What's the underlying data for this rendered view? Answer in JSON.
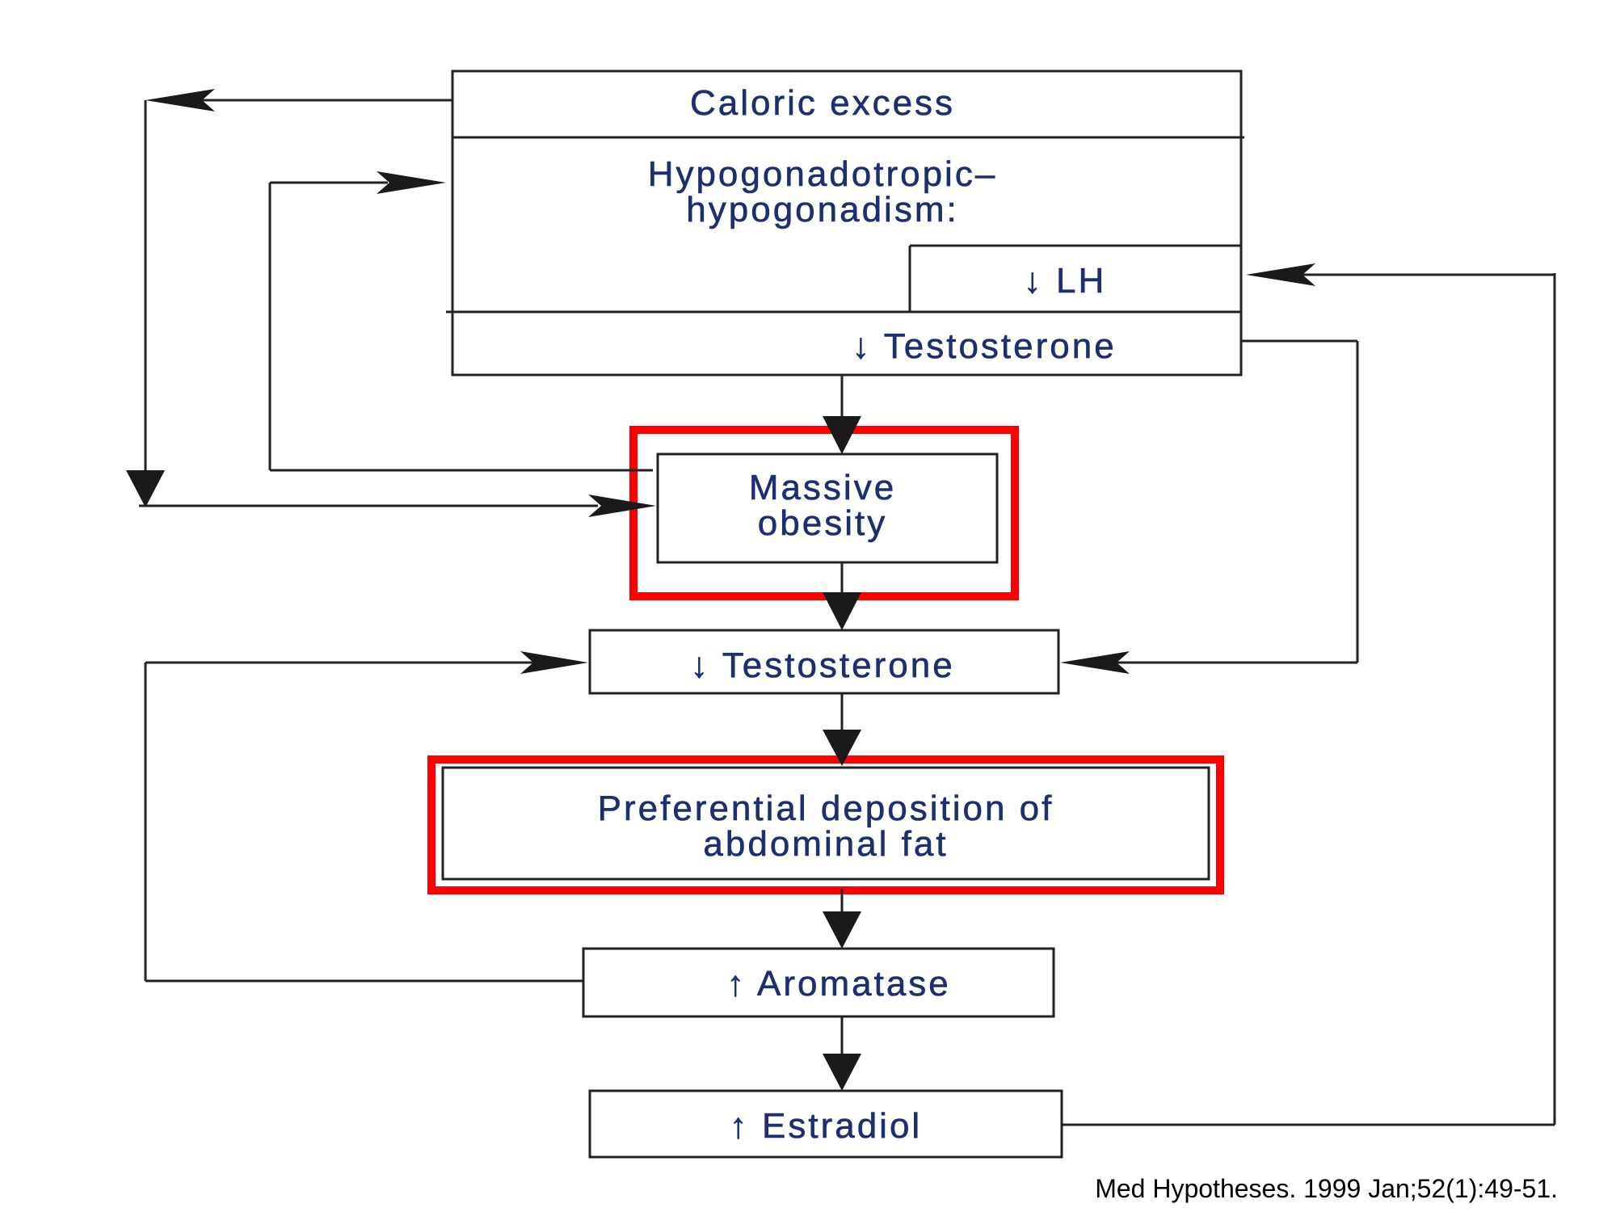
{
  "nodes": {
    "caloric_excess": "Caloric excess",
    "hypogonadism_line1": "Hypogonadotropic–",
    "hypogonadism_line2": "hypogonadism:",
    "lh": "↓ LH",
    "testosterone_top": "↓ Testosterone",
    "massive_obesity_line1": "Massive",
    "massive_obesity_line2": "obesity",
    "testosterone_mid": "↓ Testosterone",
    "abdominal_fat_line1": "Preferential deposition of",
    "abdominal_fat_line2": "abdominal fat",
    "aromatase": "↑ Aromatase",
    "estradiol": "↑ Estradiol"
  },
  "highlights": {
    "color": "#ff0000",
    "items": [
      "massive_obesity",
      "abdominal_fat"
    ]
  },
  "colors": {
    "text": "#1d2f6e",
    "lines": "#222222"
  },
  "citation": "Med Hypotheses. 1999 Jan;52(1):49-51."
}
